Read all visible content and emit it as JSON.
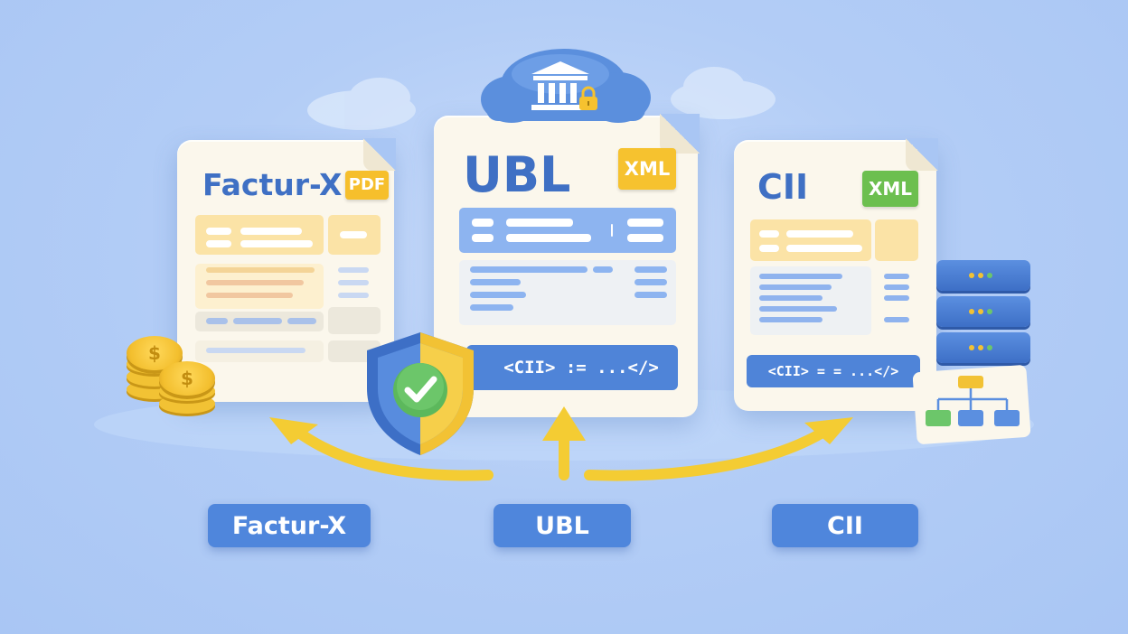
{
  "documents": {
    "facturx": {
      "title": "Factur-X",
      "tag": "PDF"
    },
    "ubl": {
      "title": "UBL",
      "tag": "XML",
      "code": "<CII> := ...</>"
    },
    "cii": {
      "title": "CII",
      "tag": "XML",
      "code": "<CII> = = ...</>"
    }
  },
  "labels": {
    "facturx": "Factur-X",
    "ubl": "UBL",
    "cii": "CII"
  },
  "colors": {
    "accent_blue": "#4f86dc",
    "accent_yellow": "#f4cc33",
    "accent_green": "#5cb85c",
    "background": "#b3cdf6"
  },
  "icons": {
    "cloud": "cloud-icon",
    "building": "bank-building-icon",
    "lock": "lock-icon",
    "shield": "shield-check-icon",
    "coins": "coin-stack-icon",
    "servers": "server-stack-icon",
    "diagram": "hierarchy-diagram-icon"
  }
}
